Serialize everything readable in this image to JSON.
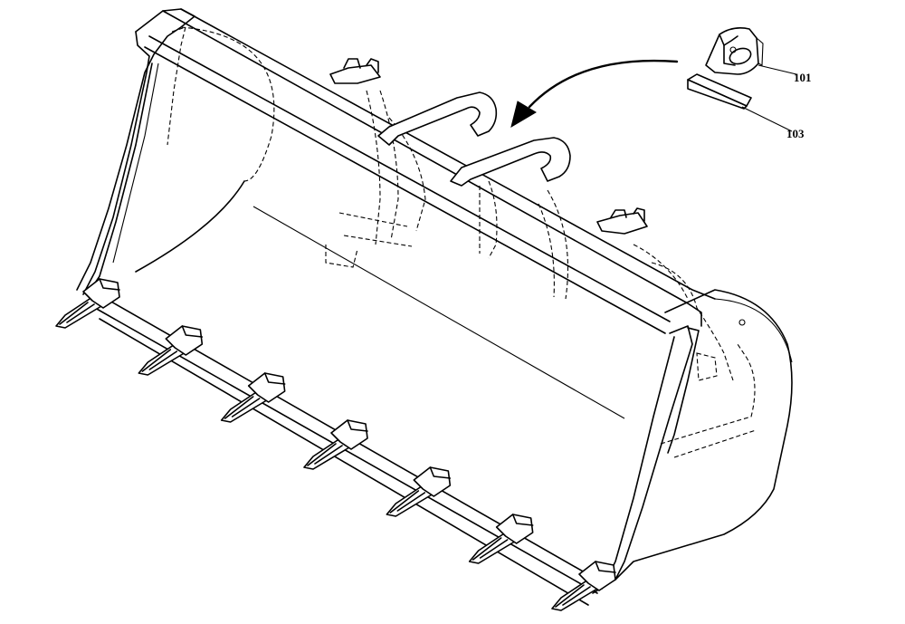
{
  "figure": {
    "labels": {
      "part_101": "101",
      "part_103": "103"
    },
    "tooth_count": 7,
    "colors": {
      "ink": "#000000",
      "background": "#ffffff"
    }
  }
}
